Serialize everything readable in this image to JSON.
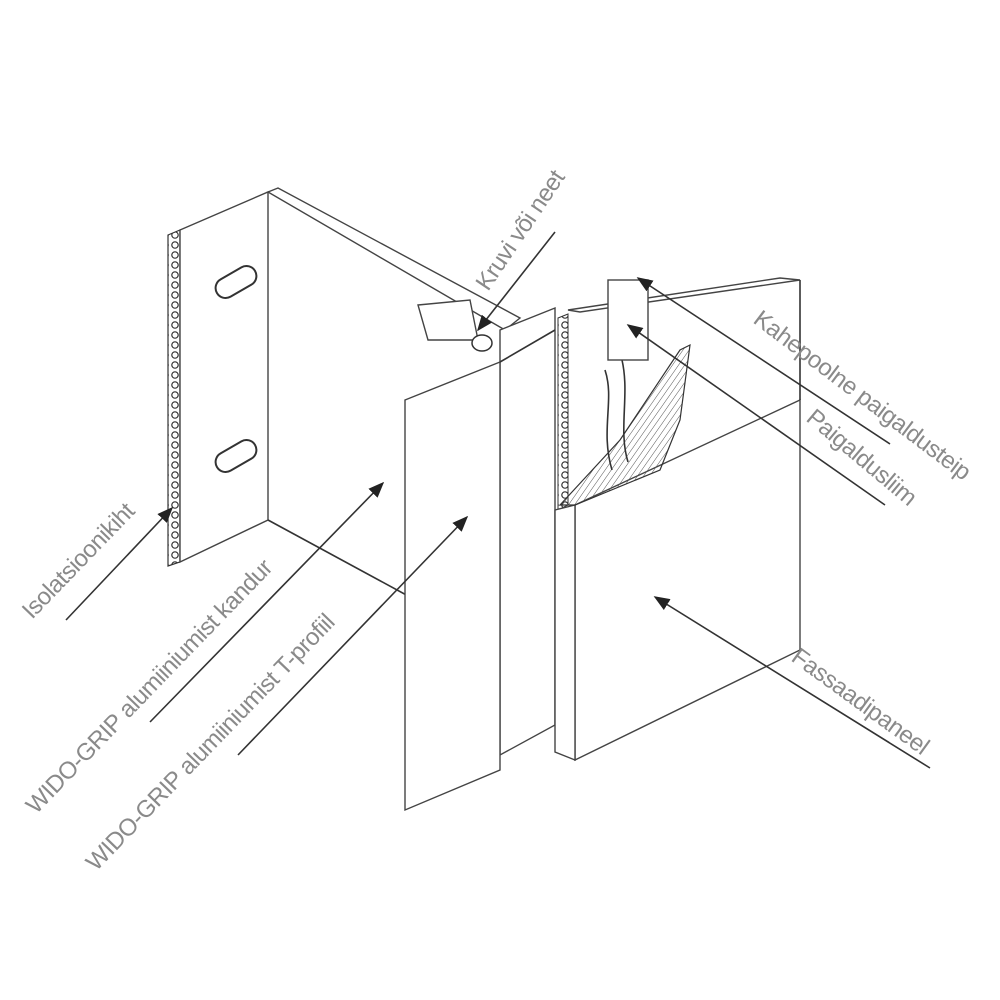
{
  "labels": {
    "screw": "Kruvi või neet",
    "tape": "Kahepoolne paigaldusteip",
    "adhesive": "Paigaldusliim",
    "panel": "Fassaadipaneel",
    "insulation": "Isolatsioonikiht",
    "bracket": "WIDO-GRIP alumiiniumist kandur",
    "tprofile": "WIDO-GRIP alumiiniumist T-profiil"
  },
  "colors": {
    "label": "#8a8a8a",
    "line": "#333333"
  }
}
